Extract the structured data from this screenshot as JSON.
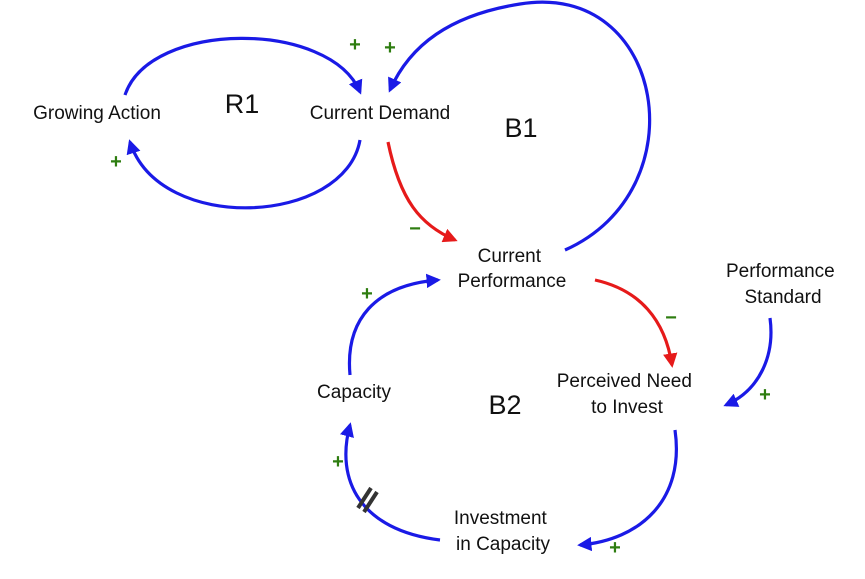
{
  "variables": {
    "growing_action": [
      "Growing Action"
    ],
    "current_demand": [
      "Current Demand"
    ],
    "current_performance": [
      "Current",
      "Performance"
    ],
    "performance_standard": [
      "Performance",
      "Standard"
    ],
    "perceived_need": [
      "Perceived Need",
      "to Invest"
    ],
    "capacity": [
      "Capacity"
    ],
    "investment": [
      "Investment",
      "in Capacity"
    ]
  },
  "loops": {
    "r1": "R1",
    "b1": "B1",
    "b2": "B2"
  },
  "polarity": {
    "plus": "+",
    "minus": "−"
  },
  "colors": {
    "positive_link": "#1a1ae6",
    "negative_link": "#e61a1a",
    "polarity_text": "#2e7d10",
    "delay_mark": "#333333"
  }
}
